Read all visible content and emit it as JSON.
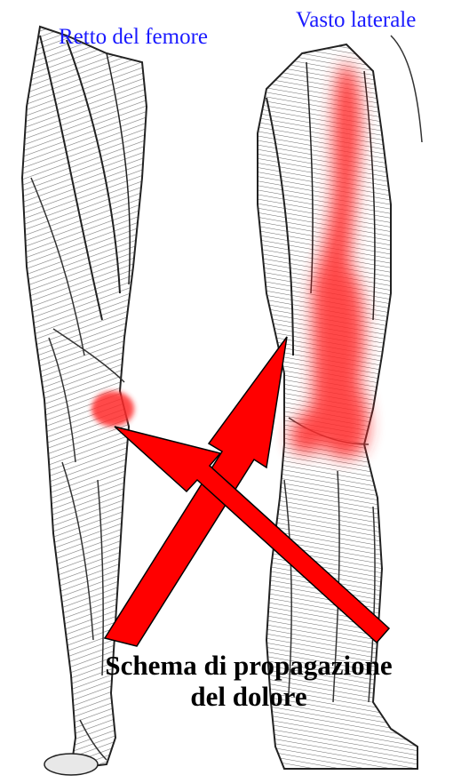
{
  "labels": {
    "left_muscle": "Retto del femore",
    "right_muscle": "Vasto laterale"
  },
  "caption": {
    "line1": "Schema di propagazione",
    "line2": "del dolore"
  },
  "colors": {
    "label_text": "#1a1aff",
    "pain": "#ff2a2a",
    "arrow": "#ff0000",
    "arrow_outline": "#000000",
    "illustration": "#3a3a3a"
  }
}
